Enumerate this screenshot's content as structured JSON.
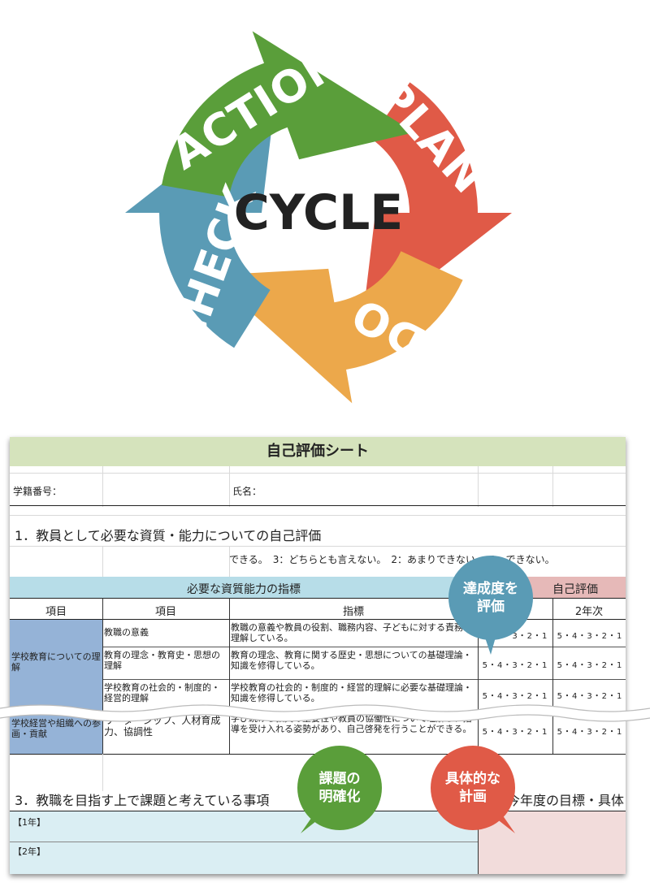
{
  "cycle": {
    "center": "CYCLE",
    "plan": "PLAN",
    "do": "DO",
    "check": "CHECK",
    "action": "ACTION",
    "colors": {
      "plan": "#e05a47",
      "do": "#eca84b",
      "check": "#5a9bb5",
      "action": "#5a9e3a"
    }
  },
  "sheet": {
    "title": "自己評価シート",
    "student_id_label": "学籍番号：",
    "name_label": "氏名：",
    "section1": "1．教員として必要な資質・能力についての自己評価",
    "scale_text": "できる。　3：どちらとも言えない。　2：あまりできない。　1：できない。",
    "header_indicators": "必要な資質能力の指標",
    "header_self_eval": "自己評価",
    "col_item1": "項目",
    "col_item2": "項目",
    "col_indicator": "指標",
    "col_year2": "2年次",
    "rows": [
      {
        "category": "学校教育についての理解",
        "item": "教職の意義",
        "indicator": "教職の意義や教員の役割、職務内容、子どもに対する責務を理解している。",
        "y1": "5・4・3・2・1",
        "y2": "5・4・3・2・1"
      },
      {
        "category": "",
        "item": "教育の理念・教育史・思想の理解",
        "indicator": "教育の理念、教育に関する歴史・思想についての基礎理論・知識を修得している。",
        "y1": "5・4・3・2・1",
        "y2": "5・4・3・2・1"
      },
      {
        "category": "",
        "item": "学校教育の社会的・制度的・経営的理解",
        "indicator": "学校教育の社会的・制度的・経営的理解に必要な基礎理論・知識を修得している。",
        "y1": "5・4・3・2・1",
        "y2": "5・4・3・2・1"
      },
      {
        "category": "学校経営や組織への参画・貢献",
        "item": "リーダーシップ、人材育成力、協調性",
        "indicator": "学び続ける教員の重要性や教員の協働性について理解し、指導を受け入れる姿勢があり、自己啓発を行うことができる。",
        "y1": "5・4・3・2・1",
        "y2": "5・4・3・2・1"
      }
    ],
    "section3": "3．教職を目指す上で課題と考えている事項",
    "section3_right": "今年度の目標・具体",
    "year1": "【1年】",
    "year2": "【2年】"
  },
  "bubbles": {
    "evaluate": "達成度を\n評価",
    "clarify": "課題の\n明確化",
    "plan": "具体的な\n計画",
    "colors": {
      "evaluate": "#5a9bb5",
      "clarify": "#5a9e3a",
      "plan": "#e05a47"
    }
  }
}
